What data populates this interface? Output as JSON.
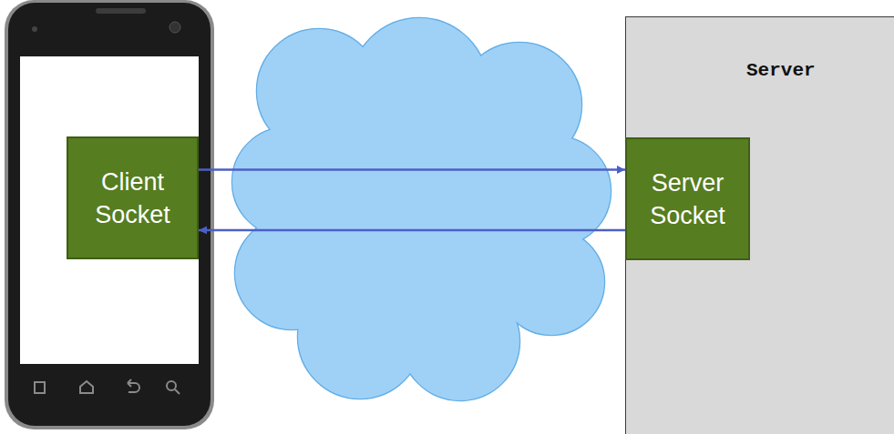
{
  "diagram": {
    "nodes": [
      {
        "text": [
          "Client Socket"
        ]
      },
      {
        "text": [
          "Server"
        ]
      },
      {
        "text": [
          "Server Socket"
        ],
        "in": 1
      }
    ],
    "edges": [
      {
        "from": 0,
        "to": 2,
        "arrow": "to"
      },
      {
        "from": 2,
        "to": 0,
        "arrow": "to"
      }
    ]
  }
}
